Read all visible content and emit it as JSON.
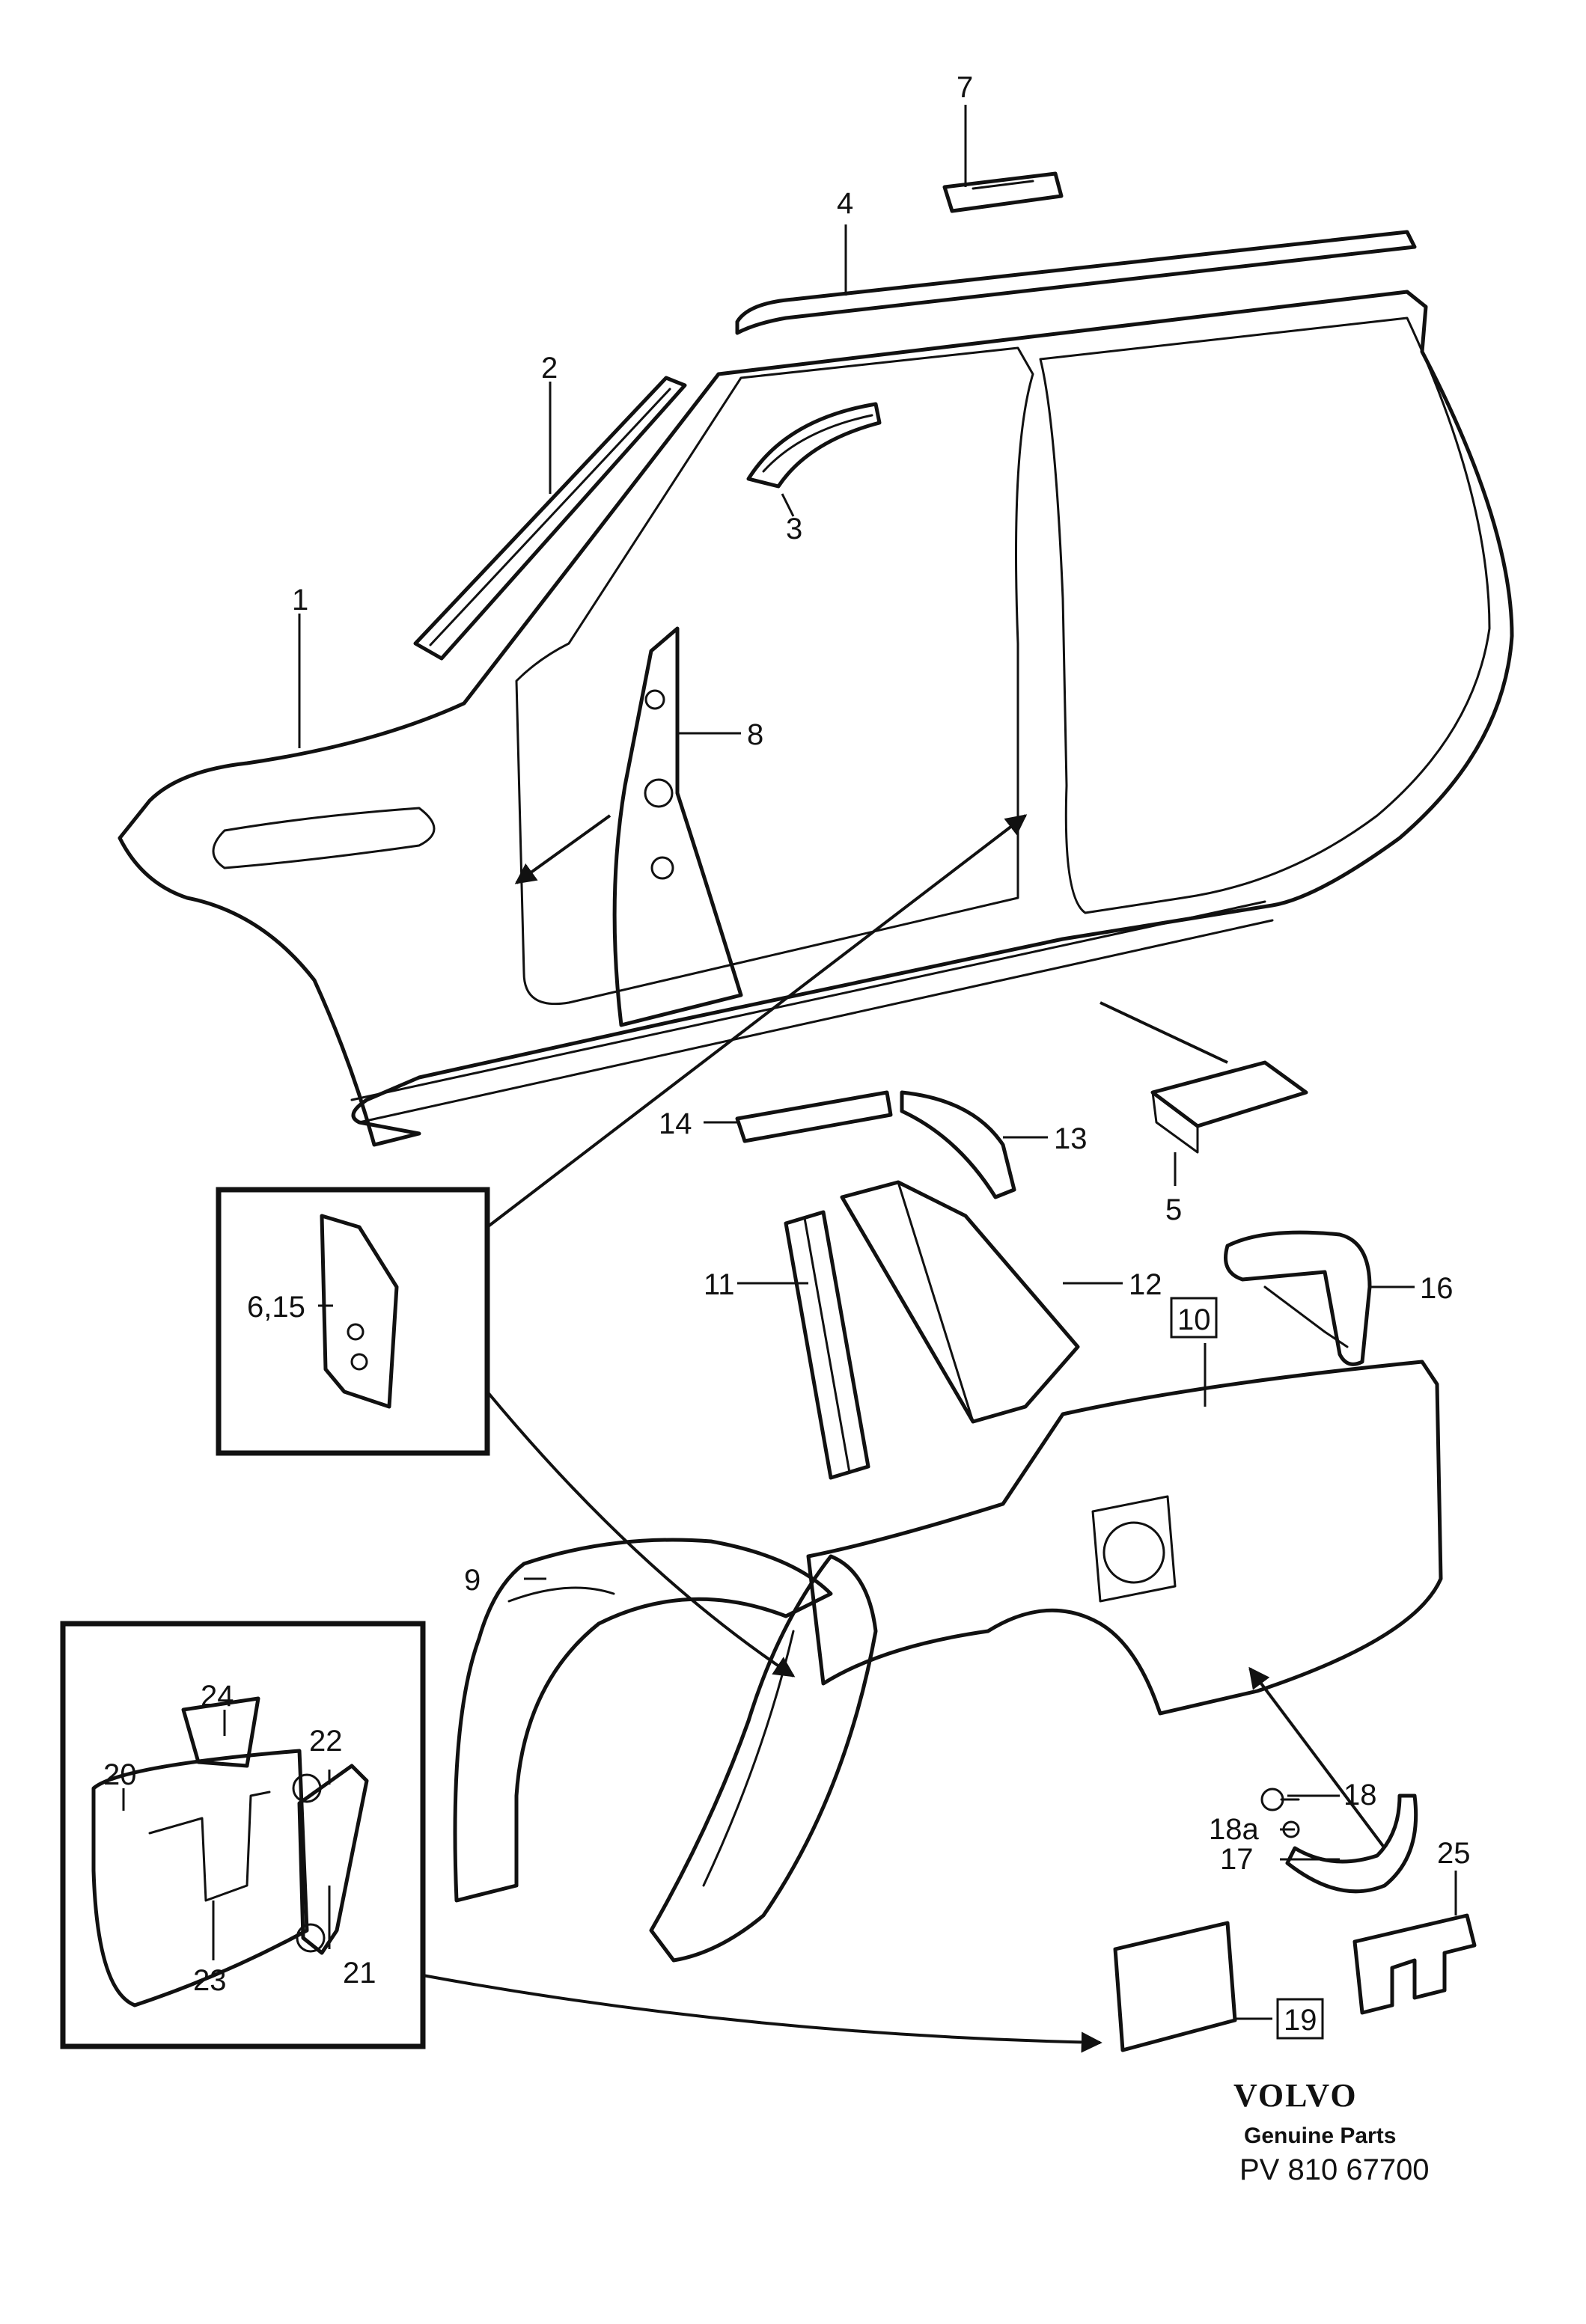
{
  "callouts": {
    "c1": "1",
    "c2": "2",
    "c3": "3",
    "c4": "4",
    "c5": "5",
    "c6_15": "6,15",
    "c7": "7",
    "c8": "8",
    "c9": "9",
    "c10": "10",
    "c11": "11",
    "c12": "12",
    "c13": "13",
    "c14": "14",
    "c16": "16",
    "c17": "17",
    "c18": "18",
    "c18a": "18a",
    "c19": "19",
    "c20": "20",
    "c21": "21",
    "c22": "22",
    "c23": "23",
    "c24": "24",
    "c25": "25"
  },
  "brand": {
    "logo": "VOLVO",
    "tagline": "Genuine Parts",
    "code": "PV 810 67700"
  }
}
